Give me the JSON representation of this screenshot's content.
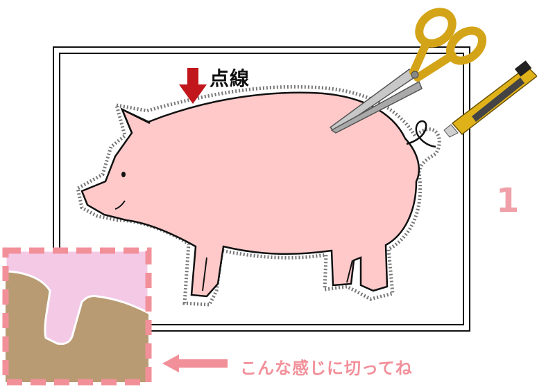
{
  "labels": {
    "dotted_line": "点線",
    "step_number": "1",
    "caption": "こんな感じに切ってね"
  },
  "colors": {
    "pig_fill": "#ffc9c9",
    "caption_pink": "#f2909a",
    "arrow_red": "#c0161c",
    "cardboard": "#b89b73",
    "photo_paper": "#f3c9e6",
    "scissor_handle": "#d4a418",
    "cutter_body": "#e0b21a"
  },
  "icons": [
    "down-arrow-icon",
    "scissors-icon",
    "utility-knife-icon",
    "left-arrow-icon"
  ]
}
